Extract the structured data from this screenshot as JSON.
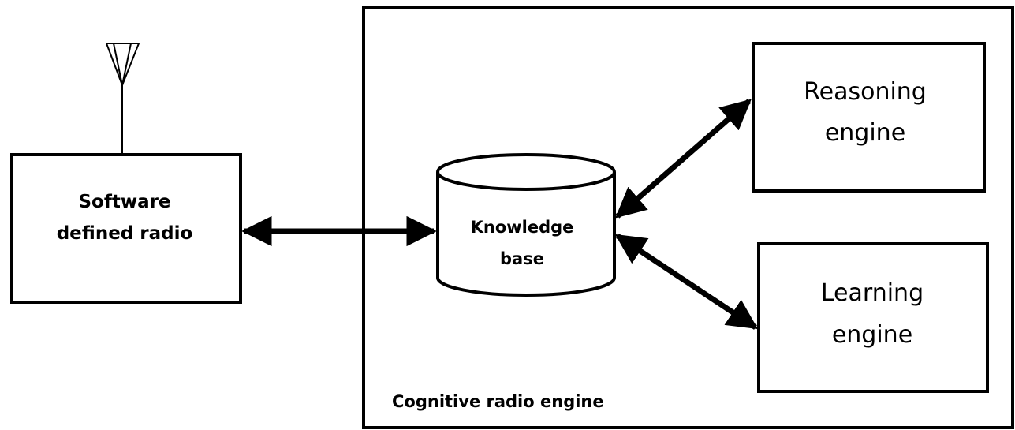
{
  "diagram": {
    "colors": {
      "line": "#000000",
      "background": "#ffffff"
    },
    "sdr": {
      "line1": "Software",
      "line2": "defined radio"
    },
    "container": {
      "label": "Cognitive radio engine"
    },
    "knowledge_base": {
      "line1": "Knowledge",
      "line2": "base"
    },
    "reasoning_engine": {
      "line1": "Reasoning",
      "line2": "engine"
    },
    "learning_engine": {
      "line1": "Learning",
      "line2": "engine"
    },
    "icons": {
      "antenna": "antenna-icon"
    }
  }
}
